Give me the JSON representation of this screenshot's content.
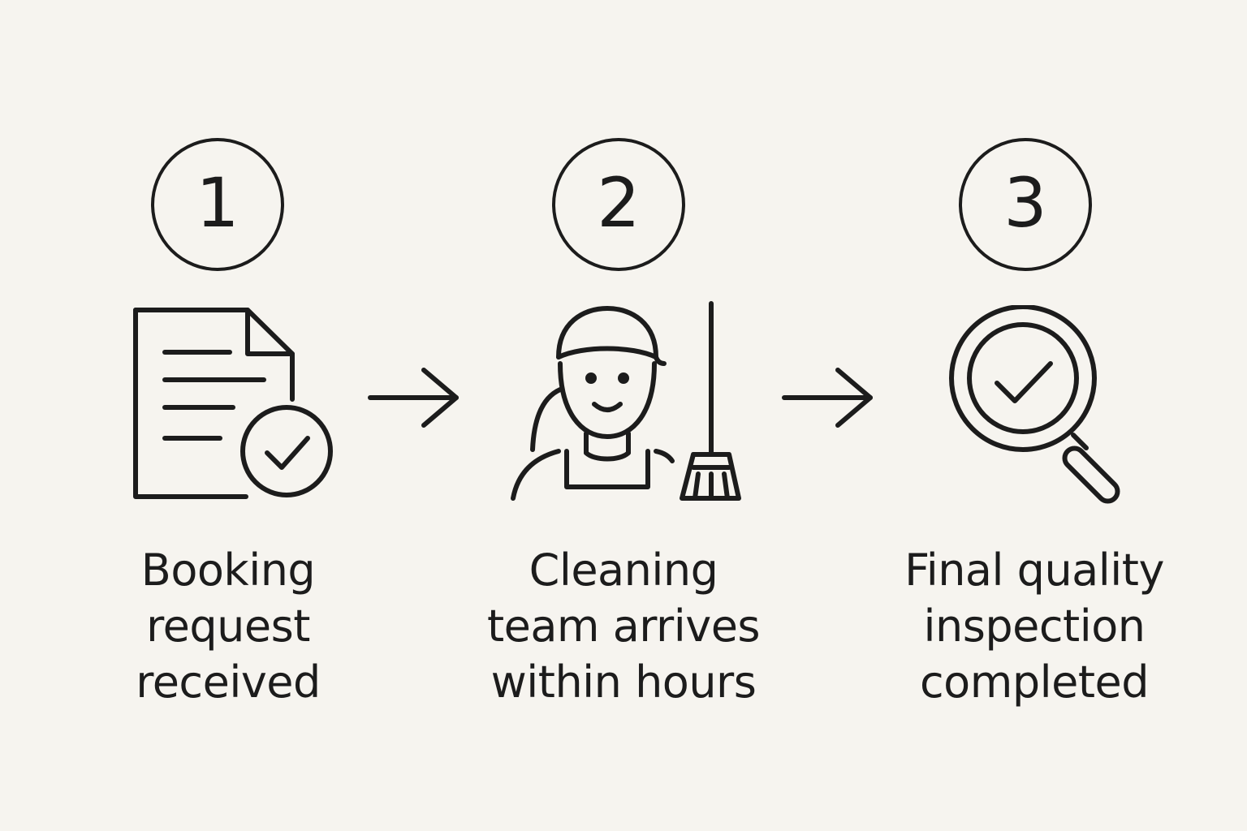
{
  "steps": [
    {
      "number": "1",
      "icon": "document-check-icon",
      "label_lines": [
        "Booking",
        "request",
        "received"
      ]
    },
    {
      "number": "2",
      "icon": "cleaner-with-broom-icon",
      "label_lines": [
        "Cleaning",
        "team arrives",
        "within hours"
      ]
    },
    {
      "number": "3",
      "icon": "magnifier-check-icon",
      "label_lines": [
        "Final quality",
        "inspection",
        "completed"
      ]
    }
  ],
  "connectors": [
    "arrow-right-icon",
    "arrow-right-icon"
  ],
  "colors": {
    "background": "#f6f4ef",
    "ink": "#1c1c1c"
  }
}
